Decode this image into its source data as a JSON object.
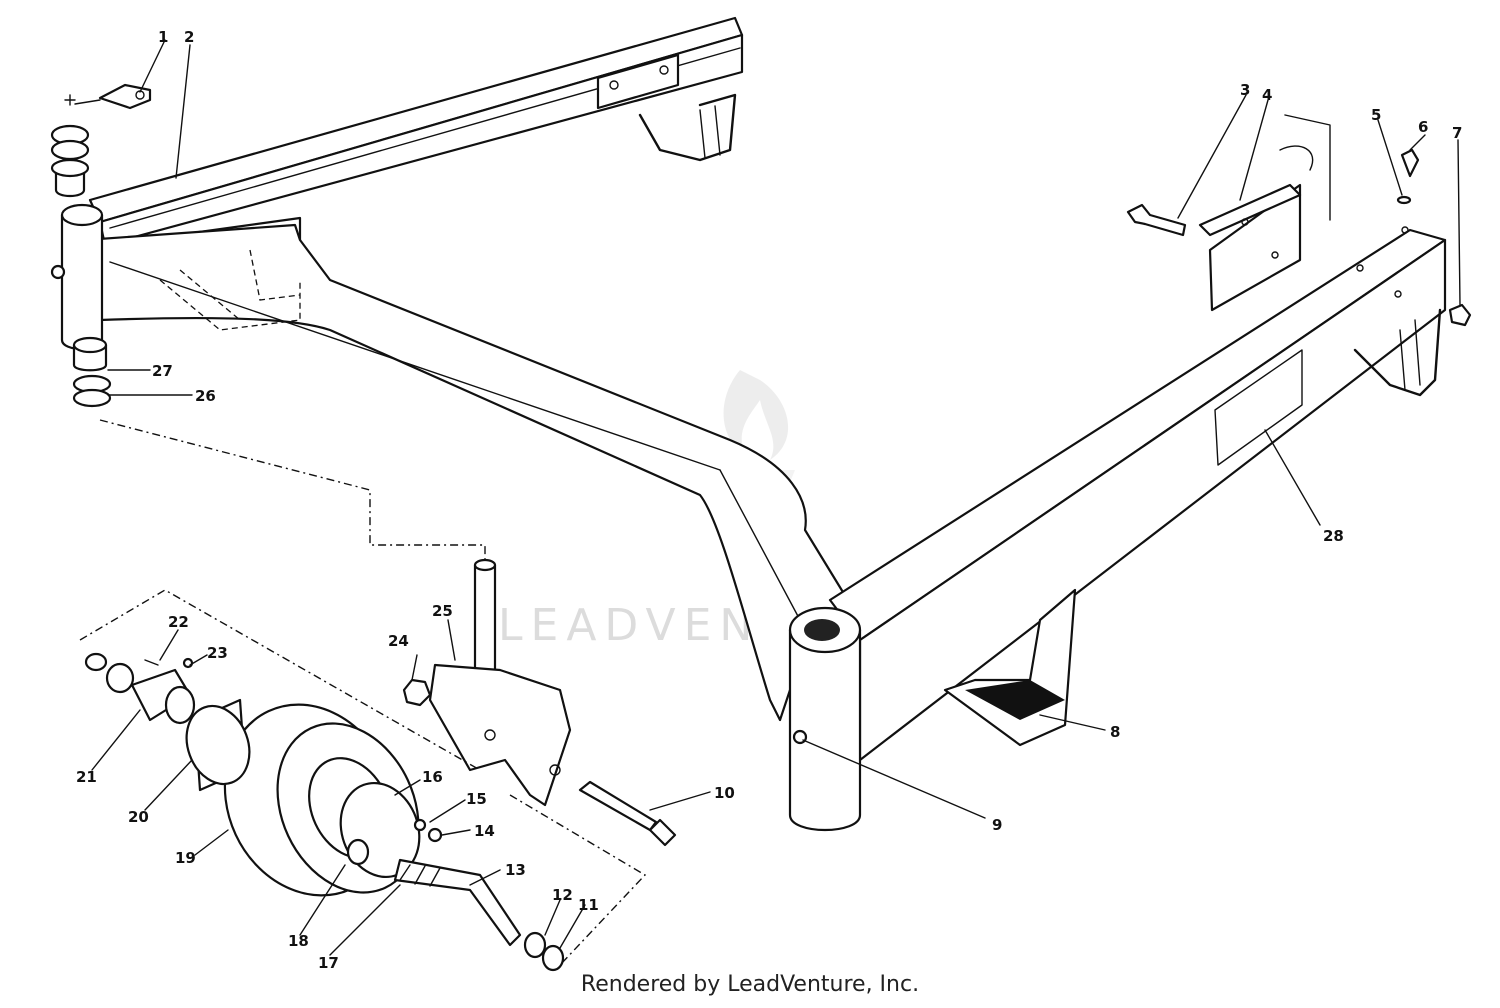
{
  "watermark": "LEADVENTURE",
  "credit": "Rendered by LeadVenture, Inc.",
  "callouts": [
    "1",
    "2",
    "3",
    "4",
    "5",
    "6",
    "7",
    "8",
    "9",
    "10",
    "11",
    "12",
    "13",
    "14",
    "15",
    "16",
    "17",
    "18",
    "19",
    "20",
    "21",
    "22",
    "23",
    "24",
    "25",
    "26",
    "27",
    "28"
  ]
}
